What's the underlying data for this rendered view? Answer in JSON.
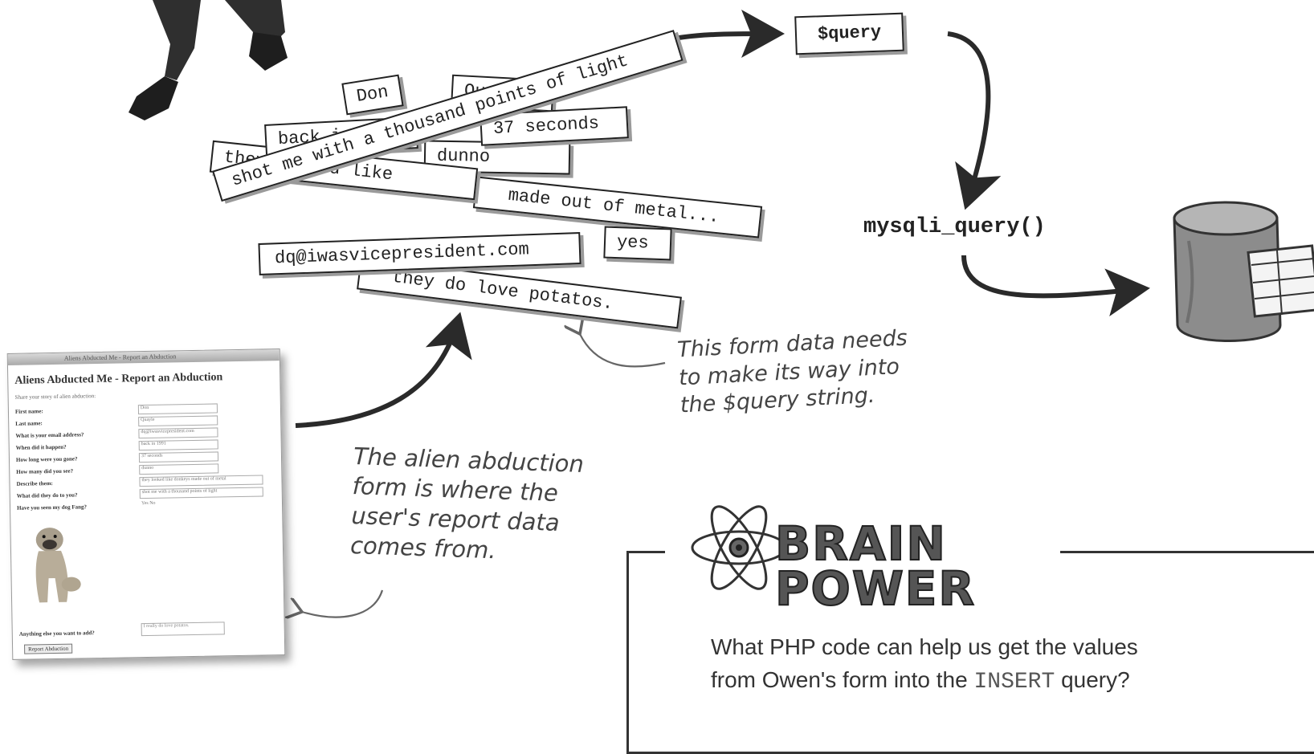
{
  "strips": [
    {
      "id": "don",
      "text": "Don"
    },
    {
      "id": "quayle",
      "text": "Quayle"
    },
    {
      "id": "back",
      "text": "back in 1991"
    },
    {
      "id": "seconds",
      "text": "37 seconds"
    },
    {
      "id": "dunno",
      "text": "dunno"
    },
    {
      "id": "looked",
      "text": "they looked like"
    },
    {
      "id": "shot",
      "text": "shot me with a thousand points of light"
    },
    {
      "id": "metal",
      "text": "made out of metal..."
    },
    {
      "id": "email",
      "text": "dq@iwasvicepresident.com"
    },
    {
      "id": "yes",
      "text": "yes"
    },
    {
      "id": "potatos",
      "text": "they do love potatos."
    }
  ],
  "flow": {
    "query_var": "$query",
    "function": "mysqli_query()"
  },
  "annotations": {
    "form_data": [
      "This form data needs",
      "to make its way into",
      "the $query string."
    ],
    "form_source": [
      "The alien abduction",
      "form is where the",
      "user's report data",
      "comes from."
    ]
  },
  "form": {
    "window_title": "Aliens Abducted Me - Report an Abduction",
    "heading": "Aliens Abducted Me - Report an Abduction",
    "intro": "Share your story of alien abduction:",
    "fields": [
      {
        "label": "First name:",
        "value": "Don"
      },
      {
        "label": "Last name:",
        "value": "Quayle"
      },
      {
        "label": "What is your email address?",
        "value": "dq@iwasvicepresident.com"
      },
      {
        "label": "When did it happen?",
        "value": "back in 1991"
      },
      {
        "label": "How long were you gone?",
        "value": "37 seconds"
      },
      {
        "label": "How many did you see?",
        "value": "dunno"
      },
      {
        "label": "Describe them:",
        "value": "they looked like donkeys made out of metal"
      },
      {
        "label": "What did they do to you?",
        "value": "shot me with a thousand points of light"
      },
      {
        "label": "Have you seen my dog Fang?",
        "value": "Yes  No"
      }
    ],
    "other_label": "Anything else you want to add?",
    "other_value": "I really do love potatos.",
    "submit_label": "Report Abduction"
  },
  "brain_power": {
    "title_line1": "BRAIN",
    "title_line2": "POWER",
    "question_part1": "What PHP code can help us get the values",
    "question_part2a": "from Owen's form into the ",
    "question_code": "INSERT",
    "question_part2b": " query?"
  },
  "colors": {
    "ink": "#222222",
    "shadow": "#9a9a9a",
    "handwriting": "#444444"
  }
}
